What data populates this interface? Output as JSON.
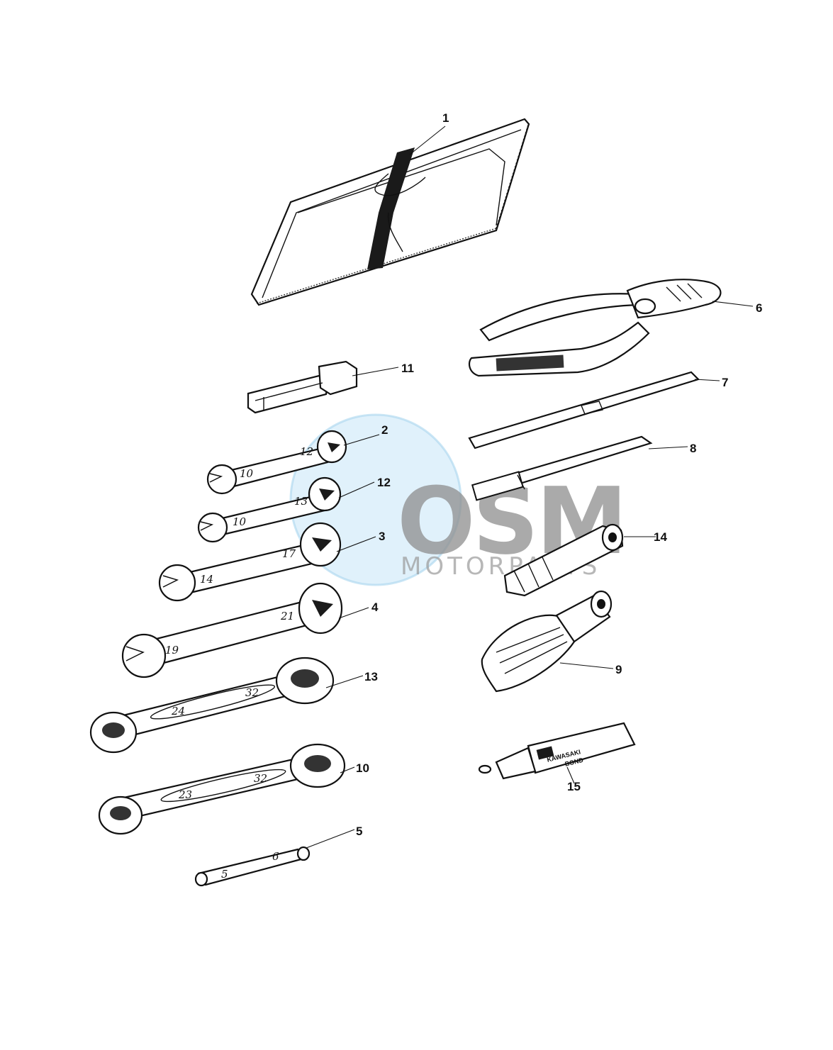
{
  "watermark": {
    "brand": "OSM",
    "tagline": "MOTORPARTS",
    "globe_color": "#c6e6f7",
    "brand_color": "#8e8e8e",
    "accent_color": "#a9d6ef"
  },
  "callouts": [
    "1",
    "2",
    "3",
    "4",
    "5",
    "6",
    "7",
    "8",
    "9",
    "10",
    "11",
    "12",
    "13",
    "14",
    "15"
  ],
  "stamps": {
    "w2_small": "10",
    "w2_large": "12",
    "w12_small": "10",
    "w12_large": "13",
    "w3_small": "14",
    "w3_large": "17",
    "w4_small": "19",
    "w4_large": "21",
    "w13_small": "24",
    "w13_large": "32",
    "w10_small": "23",
    "w10_large": "32",
    "w5_small": "5",
    "w5_large": "6"
  },
  "tube_label": {
    "line1": "KAWASAKI",
    "line2": "BOND"
  }
}
